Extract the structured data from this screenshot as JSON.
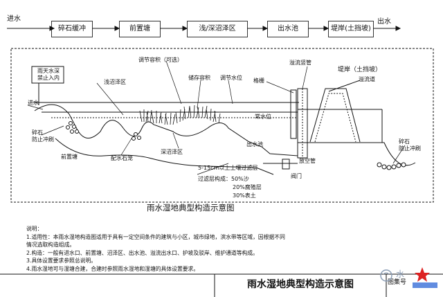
{
  "flow": {
    "start_label": "进水",
    "end_label": "出水",
    "boxes": [
      "碎石缓冲",
      "前置塘",
      "浅/深沼泽区",
      "出水池",
      "堤岸(土挡坡)"
    ]
  },
  "diagram": {
    "labels": {
      "sign": "雨天水深\n禁止入内",
      "inflow": "进水",
      "gravel_left": "碎石\n防止冲刷",
      "forebay": "前置塘",
      "riprap_cage": "配水石笼",
      "shallow_marsh": "浅沼泽区",
      "deep_marsh": "深沼泽区",
      "regulating_volume": "调节容积（可选）",
      "storage_volume": "储存容积",
      "regulating_level": "调节水位",
      "normal_level": "常水位",
      "grille": "格栅",
      "overflow_riser": "溢流竖管",
      "embankment": "堤岸（土挡坡）",
      "overflow_channel": "溢流道",
      "outlet_pool": "出水池",
      "drain_pipe": "放空管",
      "valve": "阀门",
      "gravel_right": "碎石\n防止冲刷",
      "subsoil": "5-15cm以上土壤过滤层",
      "filter_composition": "过滤层构成：50%沙",
      "filter_humus": "20%腐殖层",
      "filter_topsoil": "30%表土"
    }
  },
  "caption": "雨水湿地典型构造示意图",
  "notes": {
    "heading": "说明：",
    "lines": [
      "1.适用性：本雨水湿地构造图适用于具有一定空间条件的建筑与小区，城市绿地，滨水带等区域，因根据不同",
      "情况选取构造组成。",
      "2.构造：一般有进水口、前置塘、沼泽区、出水池、溢流出水口、护坡及驳岸、维护通道等构成。",
      "3.具体设置要求参照总说明。",
      "4.雨水湿地可与湿塘合建，合建时参照雨水湿地和湿塘的具体设置要求。"
    ]
  },
  "title_block": {
    "title": "雨水湿地典型构造示意图",
    "sheet_label": "图集号"
  },
  "colors": {
    "line": "#111111",
    "water": "#ffffff",
    "paper": "#ffffff"
  }
}
